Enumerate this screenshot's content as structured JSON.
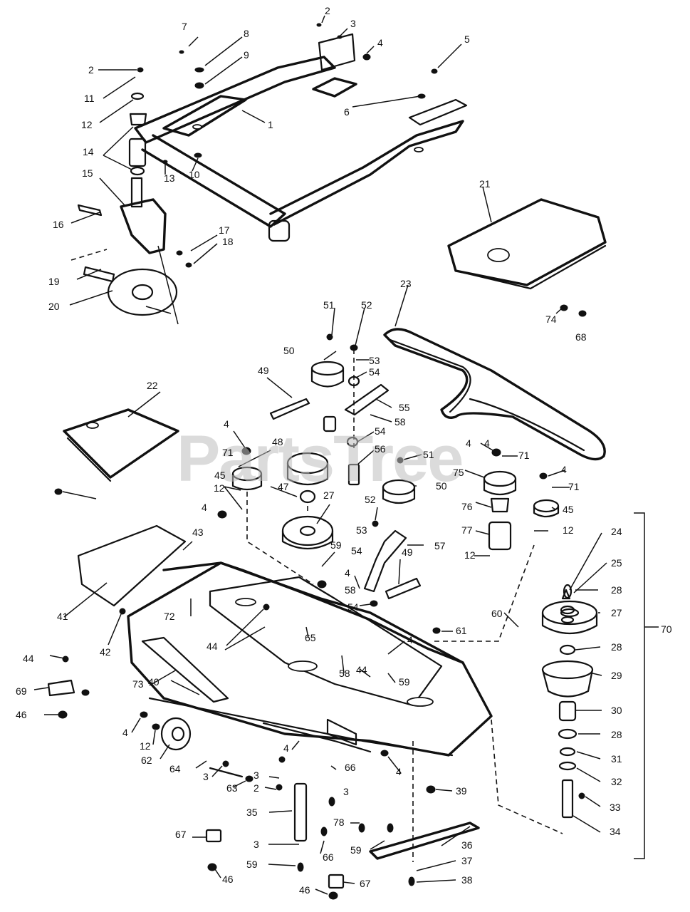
{
  "watermark": "PartsTree",
  "callouts": [
    {
      "id": "c-2a",
      "text": "2"
    },
    {
      "id": "c-3a",
      "text": "3"
    },
    {
      "id": "c-4a",
      "text": "4"
    },
    {
      "id": "c-5",
      "text": "5"
    },
    {
      "id": "c-6",
      "text": "6"
    },
    {
      "id": "c-7",
      "text": "7"
    },
    {
      "id": "c-8",
      "text": "8"
    },
    {
      "id": "c-9",
      "text": "9"
    },
    {
      "id": "c-2b",
      "text": "2"
    },
    {
      "id": "c-11",
      "text": "11"
    },
    {
      "id": "c-12a",
      "text": "12"
    },
    {
      "id": "c-1",
      "text": "1"
    },
    {
      "id": "c-14",
      "text": "14"
    },
    {
      "id": "c-13",
      "text": "13"
    },
    {
      "id": "c-10",
      "text": "10"
    },
    {
      "id": "c-15",
      "text": "15"
    },
    {
      "id": "c-16",
      "text": "16"
    },
    {
      "id": "c-17",
      "text": "17"
    },
    {
      "id": "c-18",
      "text": "18"
    },
    {
      "id": "c-19",
      "text": "19"
    },
    {
      "id": "c-20",
      "text": "20"
    },
    {
      "id": "c-21",
      "text": "21"
    },
    {
      "id": "c-23",
      "text": "23"
    },
    {
      "id": "c-74",
      "text": "74"
    },
    {
      "id": "c-68",
      "text": "68"
    },
    {
      "id": "c-51a",
      "text": "51"
    },
    {
      "id": "c-52a",
      "text": "52"
    },
    {
      "id": "c-50a",
      "text": "50"
    },
    {
      "id": "c-53a",
      "text": "53"
    },
    {
      "id": "c-54a",
      "text": "54"
    },
    {
      "id": "c-49a",
      "text": "49"
    },
    {
      "id": "c-55",
      "text": "55"
    },
    {
      "id": "c-58a",
      "text": "58"
    },
    {
      "id": "c-22",
      "text": "22"
    },
    {
      "id": "c-4b",
      "text": "4"
    },
    {
      "id": "c-54b",
      "text": "54"
    },
    {
      "id": "c-56",
      "text": "56"
    },
    {
      "id": "c-4c",
      "text": "4"
    },
    {
      "id": "c-71a",
      "text": "71"
    },
    {
      "id": "c-48",
      "text": "48"
    },
    {
      "id": "c-71b",
      "text": "71"
    },
    {
      "id": "c-51b",
      "text": "51"
    },
    {
      "id": "c-45a",
      "text": "45"
    },
    {
      "id": "c-75",
      "text": "75"
    },
    {
      "id": "c-50b",
      "text": "50"
    },
    {
      "id": "c-4d",
      "text": "4"
    },
    {
      "id": "c-71c",
      "text": "71"
    },
    {
      "id": "c-4e",
      "text": "4"
    },
    {
      "id": "c-12b",
      "text": "12"
    },
    {
      "id": "c-47",
      "text": "47"
    },
    {
      "id": "c-27a",
      "text": "27"
    },
    {
      "id": "c-76",
      "text": "76"
    },
    {
      "id": "c-45b",
      "text": "45"
    },
    {
      "id": "c-4f",
      "text": "4"
    },
    {
      "id": "c-52b",
      "text": "52"
    },
    {
      "id": "c-53b",
      "text": "53"
    },
    {
      "id": "c-12c",
      "text": "12"
    },
    {
      "id": "c-77",
      "text": "77"
    },
    {
      "id": "c-43",
      "text": "43"
    },
    {
      "id": "c-59a",
      "text": "59"
    },
    {
      "id": "c-54c",
      "text": "54"
    },
    {
      "id": "c-57",
      "text": "57"
    },
    {
      "id": "c-24",
      "text": "24"
    },
    {
      "id": "c-4g",
      "text": "4"
    },
    {
      "id": "c-12d",
      "text": "12"
    },
    {
      "id": "c-25",
      "text": "25"
    },
    {
      "id": "c-58b",
      "text": "58"
    },
    {
      "id": "c-49b",
      "text": "49"
    },
    {
      "id": "c-28a",
      "text": "28"
    },
    {
      "id": "c-41",
      "text": "41"
    },
    {
      "id": "c-72",
      "text": "72"
    },
    {
      "id": "c-54d",
      "text": "54"
    },
    {
      "id": "c-60",
      "text": "60"
    },
    {
      "id": "c-27b",
      "text": "27"
    },
    {
      "id": "c-42",
      "text": "42"
    },
    {
      "id": "c-61",
      "text": "61"
    },
    {
      "id": "c-70",
      "text": "70"
    },
    {
      "id": "c-44a",
      "text": "44"
    },
    {
      "id": "c-65",
      "text": "65"
    },
    {
      "id": "c-4h",
      "text": "4"
    },
    {
      "id": "c-28b",
      "text": "28"
    },
    {
      "id": "c-44b",
      "text": "44"
    },
    {
      "id": "c-58c",
      "text": "58"
    },
    {
      "id": "c-44c",
      "text": "44"
    },
    {
      "id": "c-29",
      "text": "29"
    },
    {
      "id": "c-59b",
      "text": "59"
    },
    {
      "id": "c-69",
      "text": "69"
    },
    {
      "id": "c-73",
      "text": "73"
    },
    {
      "id": "c-40",
      "text": "40"
    },
    {
      "id": "c-46a",
      "text": "46"
    },
    {
      "id": "c-30",
      "text": "30"
    },
    {
      "id": "c-4i",
      "text": "4"
    },
    {
      "id": "c-12e",
      "text": "12"
    },
    {
      "id": "c-28c",
      "text": "28"
    },
    {
      "id": "c-62",
      "text": "62"
    },
    {
      "id": "c-31",
      "text": "31"
    },
    {
      "id": "c-4j",
      "text": "4"
    },
    {
      "id": "c-64",
      "text": "64"
    },
    {
      "id": "c-3b",
      "text": "3"
    },
    {
      "id": "c-66a",
      "text": "66"
    },
    {
      "id": "c-4k",
      "text": "4"
    },
    {
      "id": "c-32",
      "text": "32"
    },
    {
      "id": "c-3c",
      "text": "3"
    },
    {
      "id": "c-63",
      "text": "63"
    },
    {
      "id": "c-39",
      "text": "39"
    },
    {
      "id": "c-2c",
      "text": "2"
    },
    {
      "id": "c-3d",
      "text": "3"
    },
    {
      "id": "c-33",
      "text": "33"
    },
    {
      "id": "c-35",
      "text": "35"
    },
    {
      "id": "c-78",
      "text": "78"
    },
    {
      "id": "c-34",
      "text": "34"
    },
    {
      "id": "c-67a",
      "text": "67"
    },
    {
      "id": "c-3e",
      "text": "3"
    },
    {
      "id": "c-36",
      "text": "36"
    },
    {
      "id": "c-59c",
      "text": "59"
    },
    {
      "id": "c-66b",
      "text": "66"
    },
    {
      "id": "c-59d",
      "text": "59"
    },
    {
      "id": "c-37",
      "text": "37"
    },
    {
      "id": "c-46b",
      "text": "46"
    },
    {
      "id": "c-46c",
      "text": "46"
    },
    {
      "id": "c-67b",
      "text": "67"
    },
    {
      "id": "c-38",
      "text": "38"
    }
  ]
}
